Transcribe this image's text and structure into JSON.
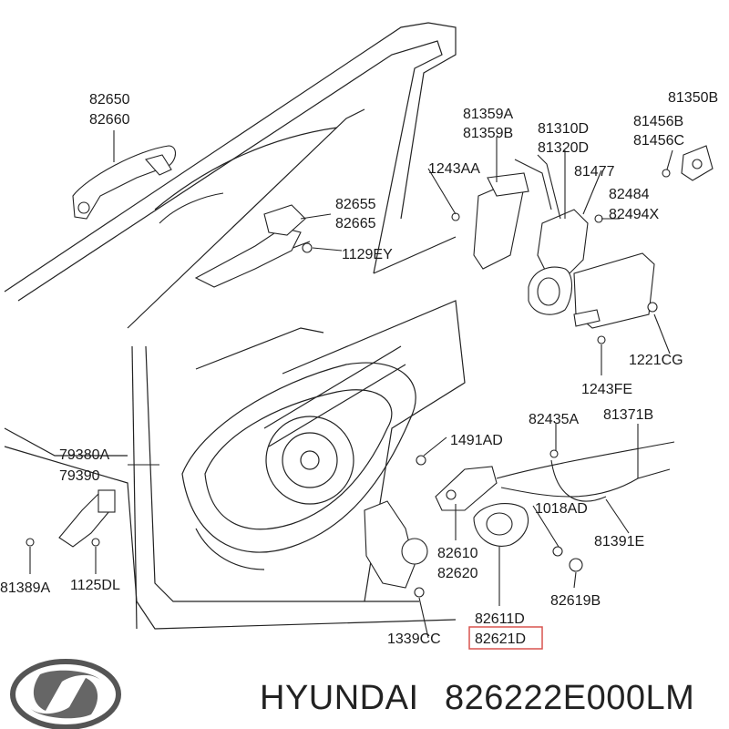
{
  "labels": {
    "l82650": "82650",
    "l82660": "82660",
    "l82655": "82655",
    "l82665": "82665",
    "l1129EY": "1129EY",
    "l81359A": "81359A",
    "l81359B": "81359B",
    "l1243AA": "1243AA",
    "l81310D": "81310D",
    "l81320D": "81320D",
    "l81477": "81477",
    "l81350B": "81350B",
    "l81456B": "81456B",
    "l81456C": "81456C",
    "l82484": "82484",
    "l82494X": "82494X",
    "l1221CG": "1221CG",
    "l1243FE": "1243FE",
    "l82435A": "82435A",
    "l81371B": "81371B",
    "l1491AD": "1491AD",
    "l79380A": "79380A",
    "l79390": "79390",
    "l1018AD": "1018AD",
    "l82610": "82610",
    "l82620": "82620",
    "l81391E": "81391E",
    "l82619B": "82619B",
    "l82611D": "82611D",
    "l82621D": "82621D",
    "l81389A": "81389A",
    "l1125DL": "1125DL",
    "l1339CC": "1339CC"
  },
  "highlight_label": "82621D",
  "footer": {
    "brand": "HYUNDAI",
    "part_number": "826222E000LM"
  },
  "colors": {
    "highlight": "#d9534f",
    "lines": "#222222",
    "text": "#1a1a1a"
  }
}
